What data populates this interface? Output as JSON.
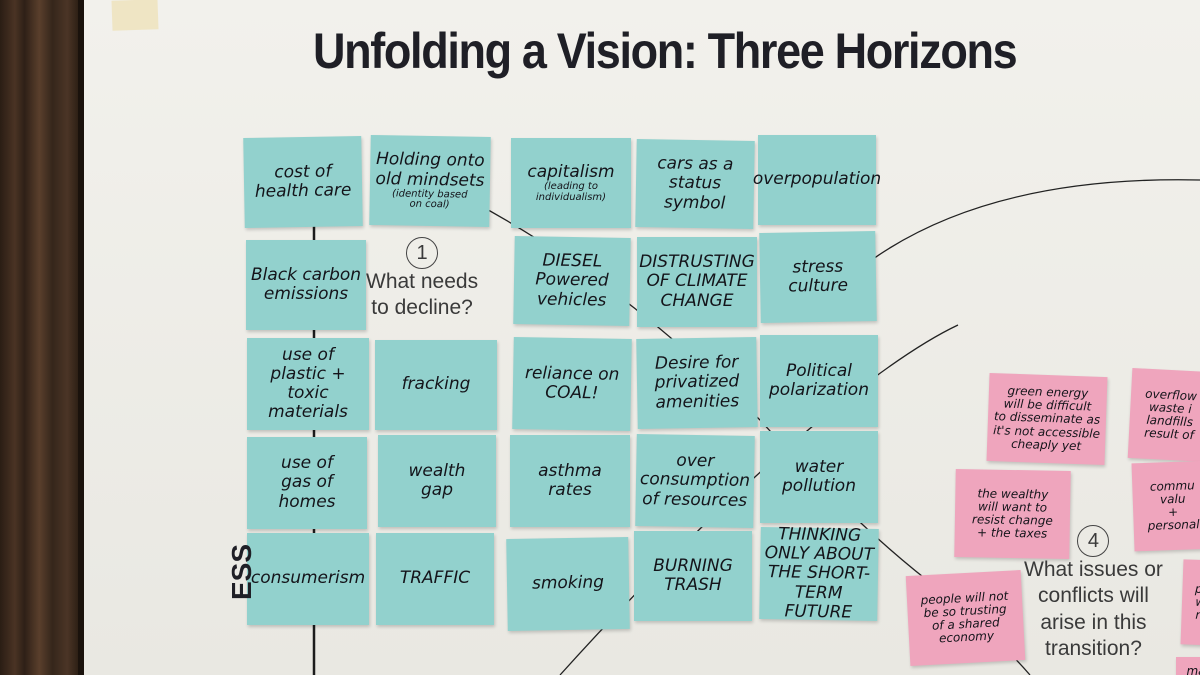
{
  "title": "Unfolding a Vision: Three Horizons",
  "side_label": "ESS",
  "teal_notes": [
    {
      "text": "cost of\nhealth care"
    },
    {
      "text": "Holding onto\nold mindsets",
      "sub": "(identity based\non coal)"
    },
    {
      "text": "capitalism",
      "sub": "(leading to\nindividualism)"
    },
    {
      "text": "cars as a\nstatus symbol"
    },
    {
      "text": "overpopulation"
    },
    {
      "text": "Black carbon\nemissions"
    },
    {
      "text": "DIESEL\nPowered\nvehicles"
    },
    {
      "text": "DISTRUSTING\nOF CLIMATE\nCHANGE"
    },
    {
      "text": "stress\nculture"
    },
    {
      "text": "use of\nplastic +\ntoxic materials"
    },
    {
      "text": "fracking"
    },
    {
      "text": "reliance on\nCOAL!"
    },
    {
      "text": "Desire for\nprivatized\namenities"
    },
    {
      "text": "Political\npolarization"
    },
    {
      "text": "use of\ngas of homes"
    },
    {
      "text": "wealth\ngap"
    },
    {
      "text": "asthma\nrates"
    },
    {
      "text": "over\nconsumption\nof resources"
    },
    {
      "text": "water\npollution"
    },
    {
      "text": "consumerism"
    },
    {
      "text": "TRAFFIC"
    },
    {
      "text": "smoking"
    },
    {
      "text": "BURNING\nTRASH"
    },
    {
      "text": "THINKING\nONLY ABOUT\nTHE SHORT-TERM\nFUTURE"
    }
  ],
  "pink_notes": [
    {
      "text": "green energy\nwill be difficult\nto disseminate as\nit's not accessible\ncheaply yet"
    },
    {
      "text": "overflow\nwaste i\nlandfills\nresult of"
    },
    {
      "text": "the wealthy\nwill want to\nresist change\n+ the taxes"
    },
    {
      "text": "commu\nvalu\n+\npersonal"
    },
    {
      "text": "people will not\nbe so trusting\nof a shared\neconomy"
    },
    {
      "text": "pe\nwi\nre"
    },
    {
      "text": "ma"
    }
  ],
  "markers": [
    {
      "number": "1",
      "text": "What needs\nto decline?"
    },
    {
      "number": "4",
      "text": "What issues or\nconflicts will\narise in this\ntransition?"
    }
  ],
  "colors": {
    "teal_note": "#92d1cd",
    "pink_note": "#efa5bd",
    "board": "#f0efea",
    "frame": "#3b2a1e"
  }
}
